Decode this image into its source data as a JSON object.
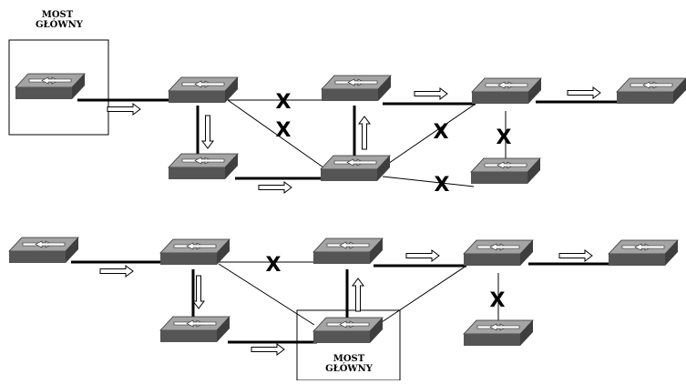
{
  "labels": {
    "root_bridge_top_line1": "MOST",
    "root_bridge_top_line2": "GŁÓWNY",
    "root_bridge_bottom_line1": "MOST",
    "root_bridge_bottom_line2": "GŁÓWNY"
  },
  "blocked_marker": "X",
  "icons": {
    "switch": "network-switch-icon",
    "forward_arrow": "forward-arrow-icon",
    "blocked_port": "blocked-port-icon"
  },
  "colors": {
    "switch_top": "#a4a4a4",
    "switch_front": "#555555",
    "switch_side": "#3e3e3e",
    "link": "#000000"
  }
}
